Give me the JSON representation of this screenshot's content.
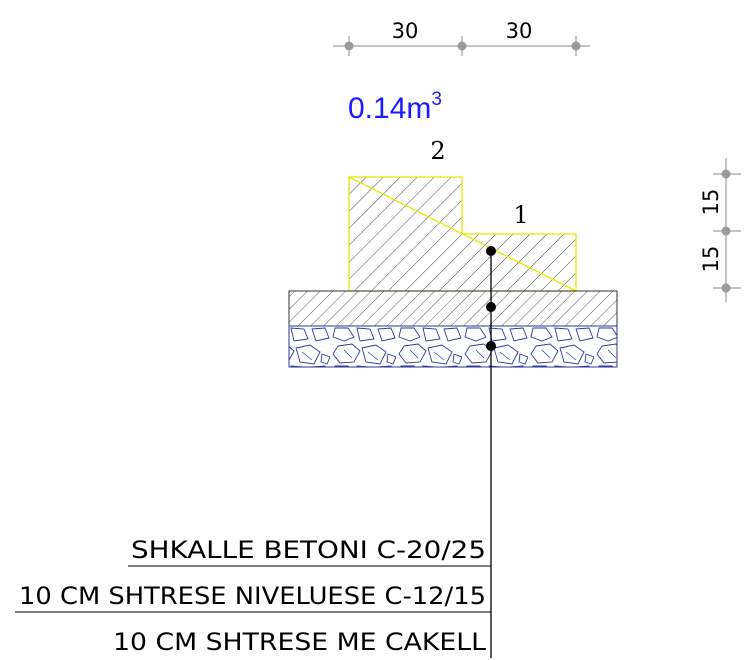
{
  "dimensions": {
    "horizontal": [
      "30",
      "30"
    ],
    "vertical": [
      "15",
      "15"
    ]
  },
  "volume": {
    "value": "0.14m",
    "exponent": "3"
  },
  "steps": {
    "upper": "2",
    "lower": "1"
  },
  "layers": [
    "SHKALLE BETONI C-20/25",
    "10 CM SHTRESE NIVELUESE C-12/15",
    "10 CM  SHTRESE ME CAKELL"
  ],
  "colors": {
    "concrete_outline": "#e8e800",
    "gravel_outline": "#2b3a9a",
    "dimension_points": "#9a9a9a",
    "volume_text": "#1a1aff",
    "leader": "#000000"
  }
}
